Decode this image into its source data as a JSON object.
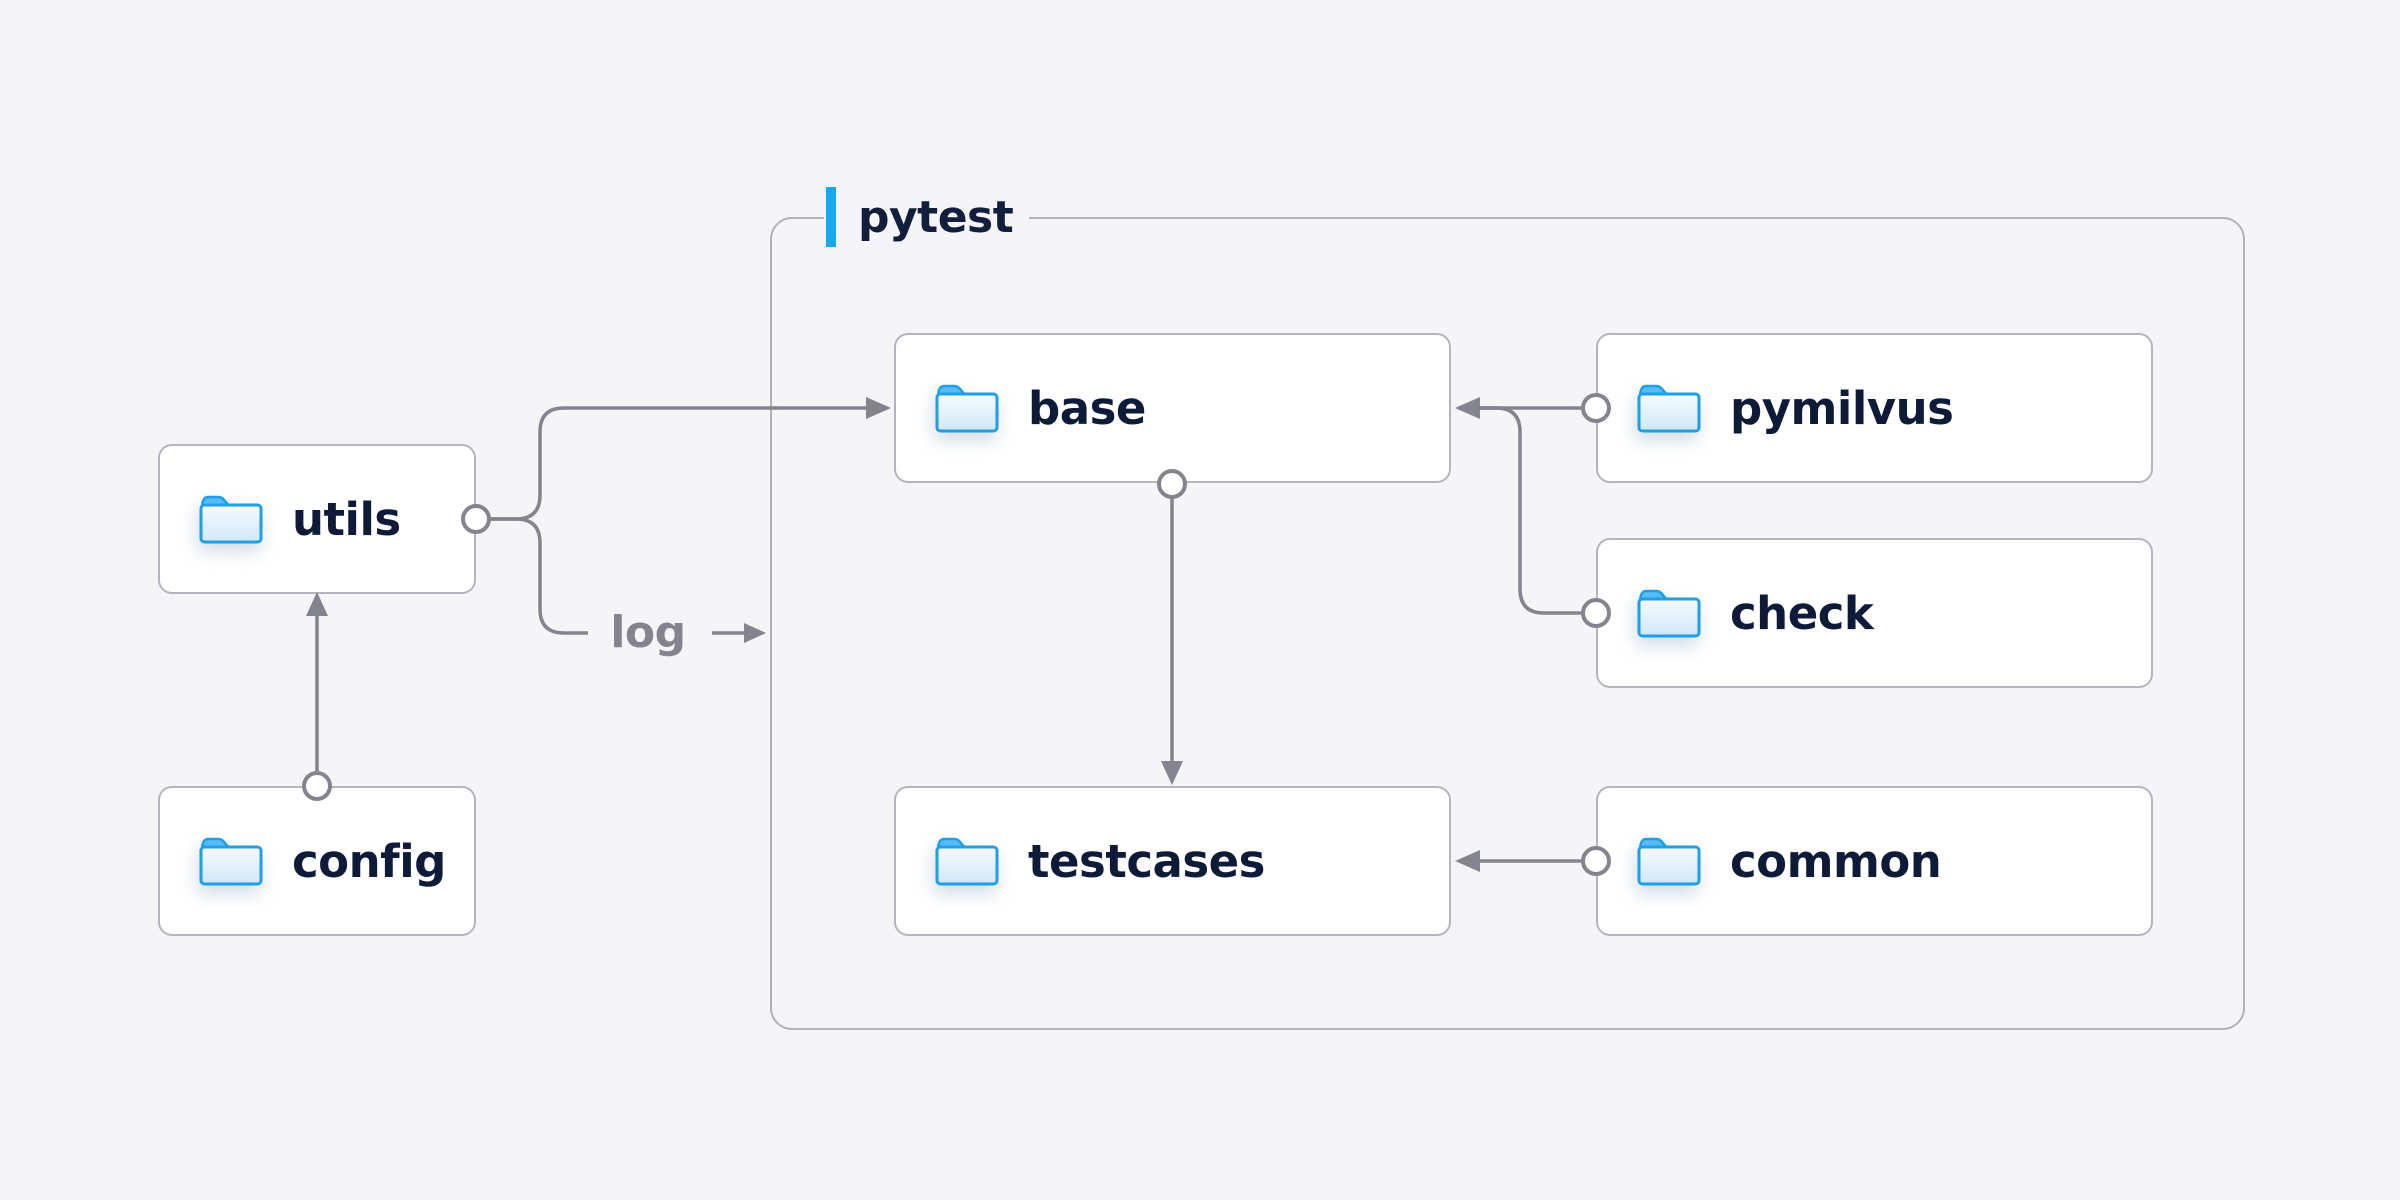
{
  "diagram": {
    "type": "folder-dependency-diagram",
    "colors": {
      "background": "#f5f5f7",
      "node_fill": "#ffffff",
      "node_border": "#b5b5c0",
      "group_border": "#b2b2bd",
      "edge": "#84848e",
      "accent_blue": "#18a7f2",
      "label_text": "#0e1b38",
      "edge_label_text": "#84848e",
      "folder_stroke": "#20a1e9",
      "folder_tab": "#55bcf4"
    },
    "group": {
      "label": "pytest"
    },
    "nodes": {
      "utils": {
        "label": "utils"
      },
      "config": {
        "label": "config"
      },
      "base": {
        "label": "base"
      },
      "pymilvus": {
        "label": "pymilvus"
      },
      "check": {
        "label": "check"
      },
      "testcases": {
        "label": "testcases"
      },
      "common": {
        "label": "common"
      }
    },
    "edges": [
      {
        "from": "config",
        "to": "utils"
      },
      {
        "from": "utils",
        "to": "base"
      },
      {
        "from": "utils",
        "to": "log",
        "label": "log"
      },
      {
        "from": "pymilvus",
        "to": "base"
      },
      {
        "from": "check",
        "to": "base"
      },
      {
        "from": "base",
        "to": "testcases"
      },
      {
        "from": "common",
        "to": "testcases"
      }
    ],
    "labels": {
      "log": "log"
    },
    "icons": {
      "folder-icon": "📁",
      "log-arrow-icon": "→"
    }
  }
}
